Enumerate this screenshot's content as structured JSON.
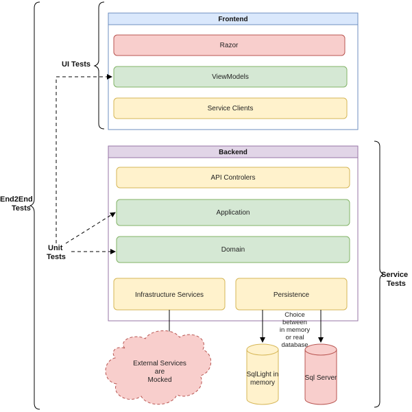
{
  "side_labels": {
    "ui_tests": "UI Tests",
    "end2end_line1": "End2End",
    "end2end_line2": "Tests",
    "unit_line1": "Unit",
    "unit_line2": "Tests",
    "service_line1": "Service",
    "service_line2": "Tests"
  },
  "frontend": {
    "title": "Frontend",
    "razor": "Razor",
    "viewmodels": "ViewModels",
    "service_clients": "Service Clients"
  },
  "backend": {
    "title": "Backend",
    "api_controllers": "API Controlers",
    "application": "Application",
    "domain": "Domain",
    "infrastructure": "Infrastructure Services",
    "persistence": "Persistence"
  },
  "external": {
    "line1": "External Services",
    "line2": "are",
    "line3": "Mocked"
  },
  "choice_note": {
    "line1": "Choice",
    "line2": "between",
    "line3": "in memory",
    "line4": "or real",
    "line5": "database"
  },
  "databases": {
    "sqlite_line1": "SqlLight in",
    "sqlite_line2": "memory",
    "sqlserver": "Sql Server"
  },
  "colors": {
    "frontend_fill": "#dae8fc",
    "frontend_stroke": "#6c8ebf",
    "backend_fill": "#e1d5e7",
    "backend_stroke": "#9673a6",
    "red_fill": "#f8cecc",
    "red_stroke": "#b85450",
    "green_fill": "#d5e8d4",
    "green_stroke": "#82b366",
    "yellow_fill": "#fff2cc",
    "yellow_stroke": "#d6b656"
  }
}
